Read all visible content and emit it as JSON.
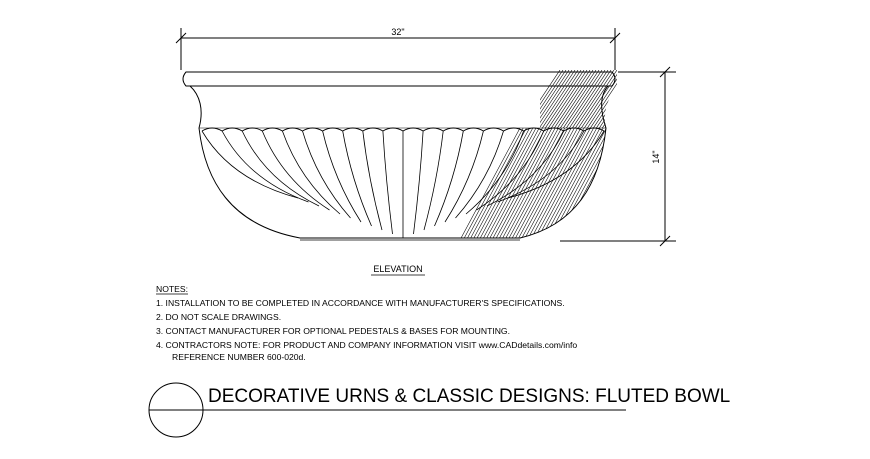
{
  "drawing": {
    "dimension_width": "32\"",
    "dimension_height": "14\"",
    "view_label": "ELEVATION"
  },
  "notes": {
    "heading": "NOTES:",
    "items": [
      "1.  INSTALLATION TO BE COMPLETED IN ACCORDANCE WITH MANUFACTURER'S SPECIFICATIONS.",
      "2.  DO NOT SCALE DRAWINGS.",
      "3.  CONTACT MANUFACTURER FOR OPTIONAL PEDESTALS & BASES FOR MOUNTING.",
      "4.  CONTRACTORS NOTE: FOR PRODUCT AND COMPANY INFORMATION VISIT www.CADdetails.com/info"
    ],
    "reference": "REFERENCE NUMBER 600-020d."
  },
  "title_block": {
    "title": "DECORATIVE URNS & CLASSIC DESIGNS: FLUTED BOWL",
    "symbol_icon": "title-circle-icon"
  }
}
